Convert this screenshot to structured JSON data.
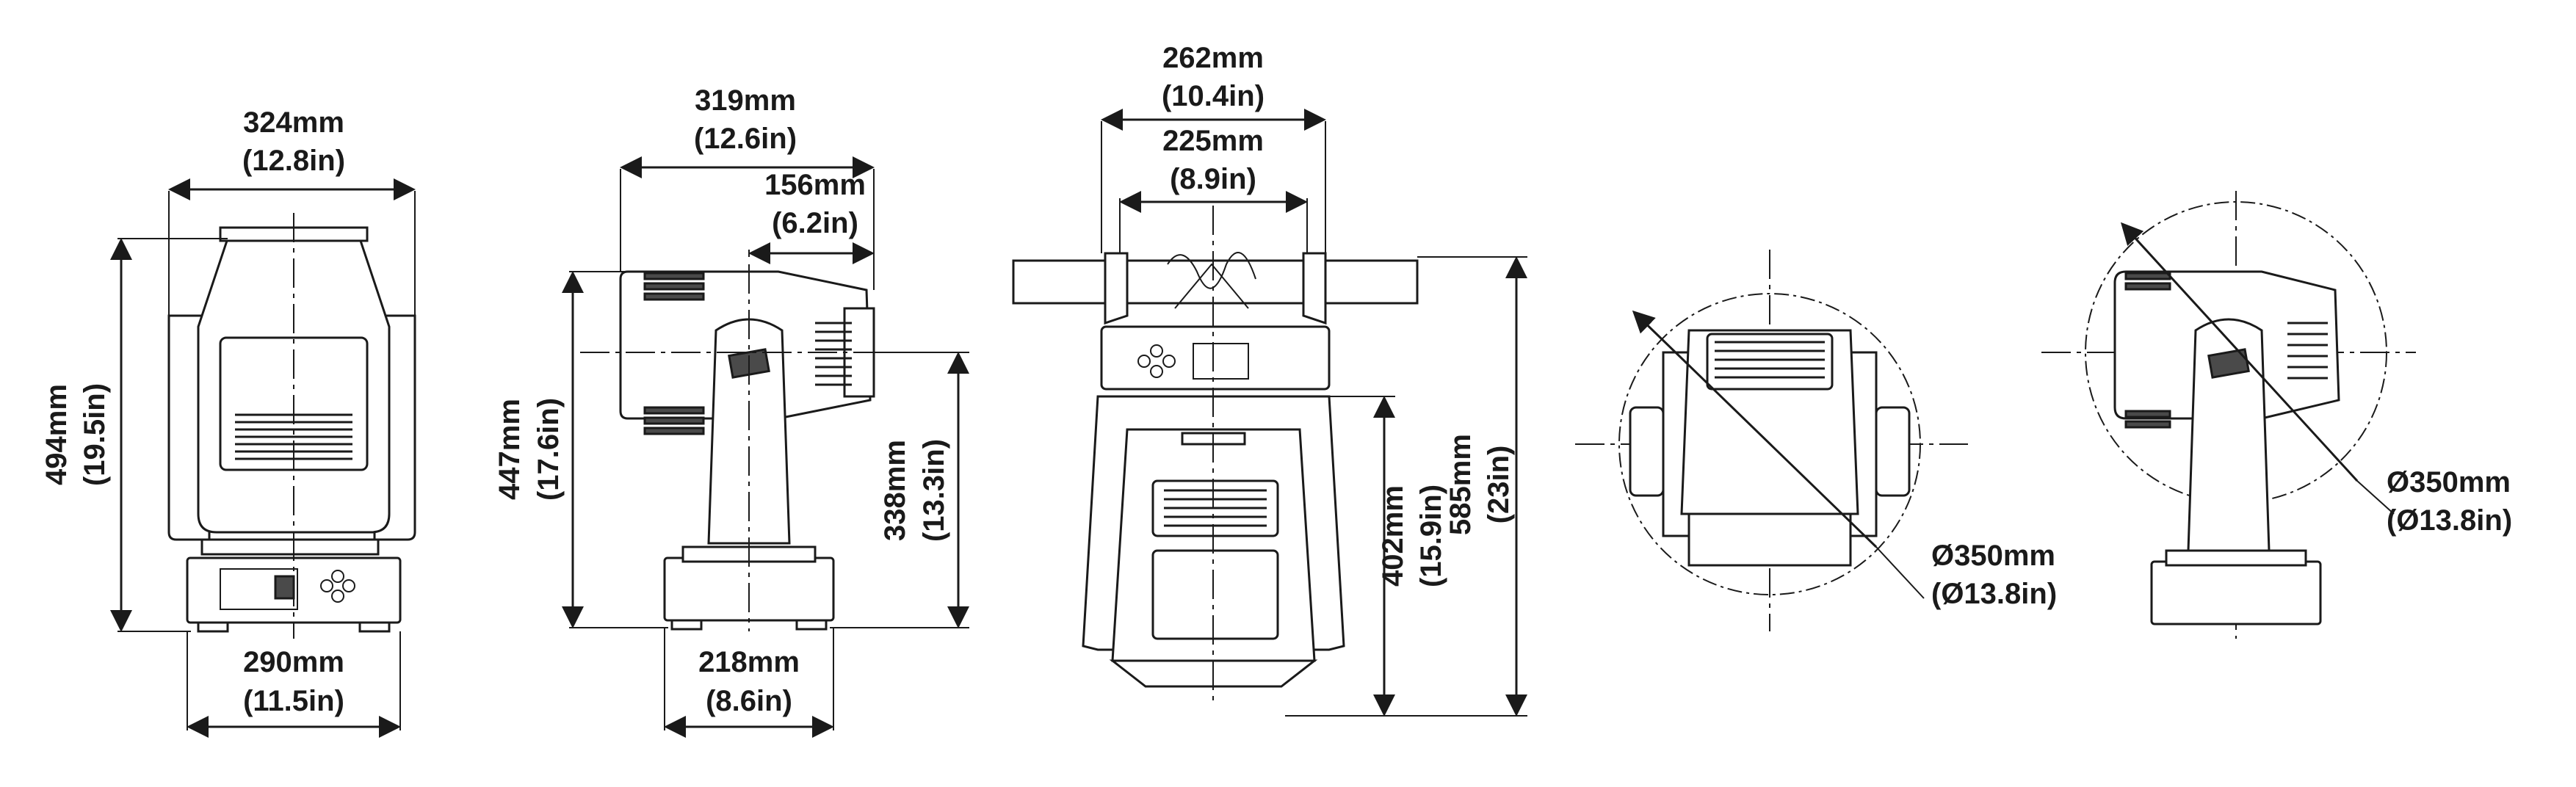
{
  "views": {
    "front": {
      "width_top": {
        "mm": "324mm",
        "in": "(12.8in)"
      },
      "height": {
        "mm": "494mm",
        "in": "(19.5in)"
      },
      "base_width": {
        "mm": "290mm",
        "in": "(11.5in)"
      }
    },
    "side": {
      "depth": {
        "mm": "319mm",
        "in": "(12.6in)"
      },
      "head_front": {
        "mm": "156mm",
        "in": "(6.2in)"
      },
      "height": {
        "mm": "447mm",
        "in": "(17.6in)"
      },
      "pivot_height": {
        "mm": "338mm",
        "in": "(13.3in)"
      },
      "base_depth": {
        "mm": "218mm",
        "in": "(8.6in)"
      }
    },
    "rear_bracket": {
      "clamp_width": {
        "mm": "262mm",
        "in": "(10.4in)"
      },
      "clamp_inner": {
        "mm": "225mm",
        "in": "(8.9in)"
      },
      "yoke_height": {
        "mm": "402mm",
        "in": "(15.9in)"
      },
      "total_height": {
        "mm": "585mm",
        "in": "(23in)"
      }
    },
    "swing_front": {
      "diameter": {
        "mm": "Ø350mm",
        "in": "(Ø13.8in)"
      }
    },
    "swing_side": {
      "diameter": {
        "mm": "Ø350mm",
        "in": "(Ø13.8in)"
      }
    }
  }
}
